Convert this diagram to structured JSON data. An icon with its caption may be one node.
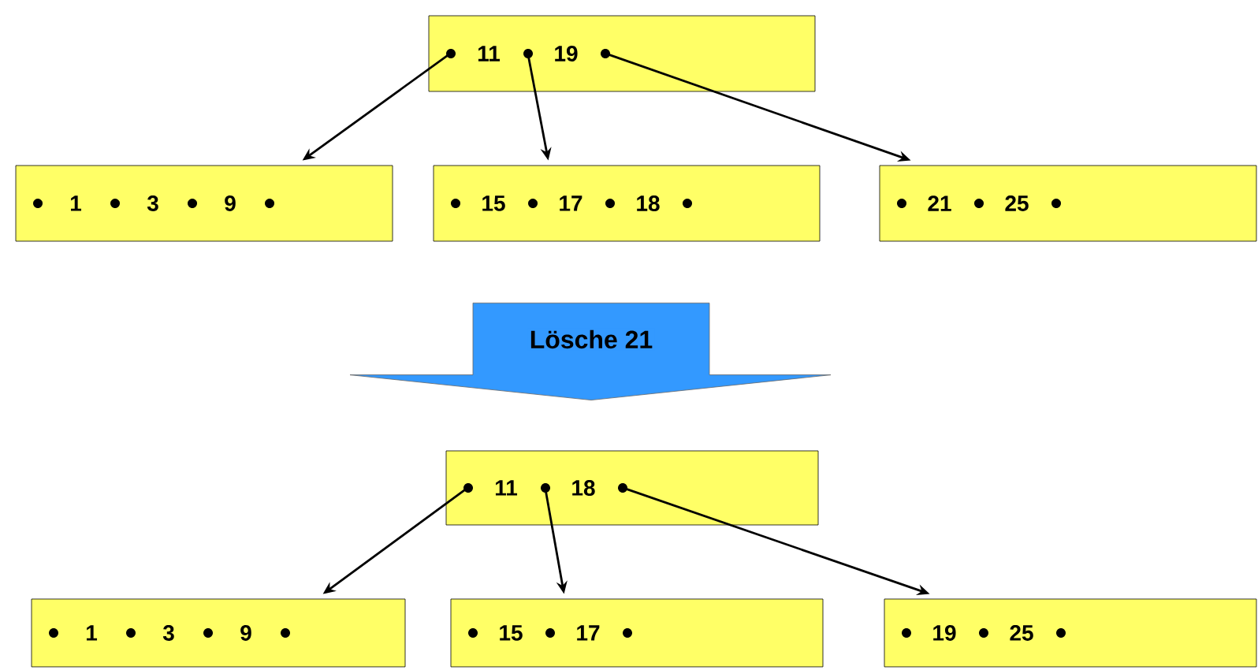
{
  "diagram": {
    "nodes": [
      {
        "text": [
          "11",
          "19"
        ]
      },
      {
        "text": [
          "1",
          "3",
          "9"
        ]
      },
      {
        "text": [
          "15",
          "17",
          "18"
        ]
      },
      {
        "text": [
          "21",
          "25"
        ]
      },
      {
        "text": [
          "11",
          "18"
        ]
      },
      {
        "text": [
          "1",
          "3",
          "9"
        ]
      },
      {
        "text": [
          "15",
          "17"
        ]
      },
      {
        "text": [
          "19",
          "25"
        ]
      }
    ],
    "edges": [
      {
        "from": 0,
        "to": 1,
        "arrow": "to"
      },
      {
        "from": 0,
        "to": 2,
        "arrow": "to"
      },
      {
        "from": 0,
        "to": 3,
        "arrow": "to"
      },
      {
        "from": 0,
        "to": 4,
        "arrow": "to",
        "label": "Lösche 21",
        "style": "thick",
        "color": "#3399ff"
      },
      {
        "from": 4,
        "to": 5,
        "arrow": "to"
      },
      {
        "from": 4,
        "to": 6,
        "arrow": "to"
      },
      {
        "from": 4,
        "to": 7,
        "arrow": "to"
      }
    ]
  }
}
